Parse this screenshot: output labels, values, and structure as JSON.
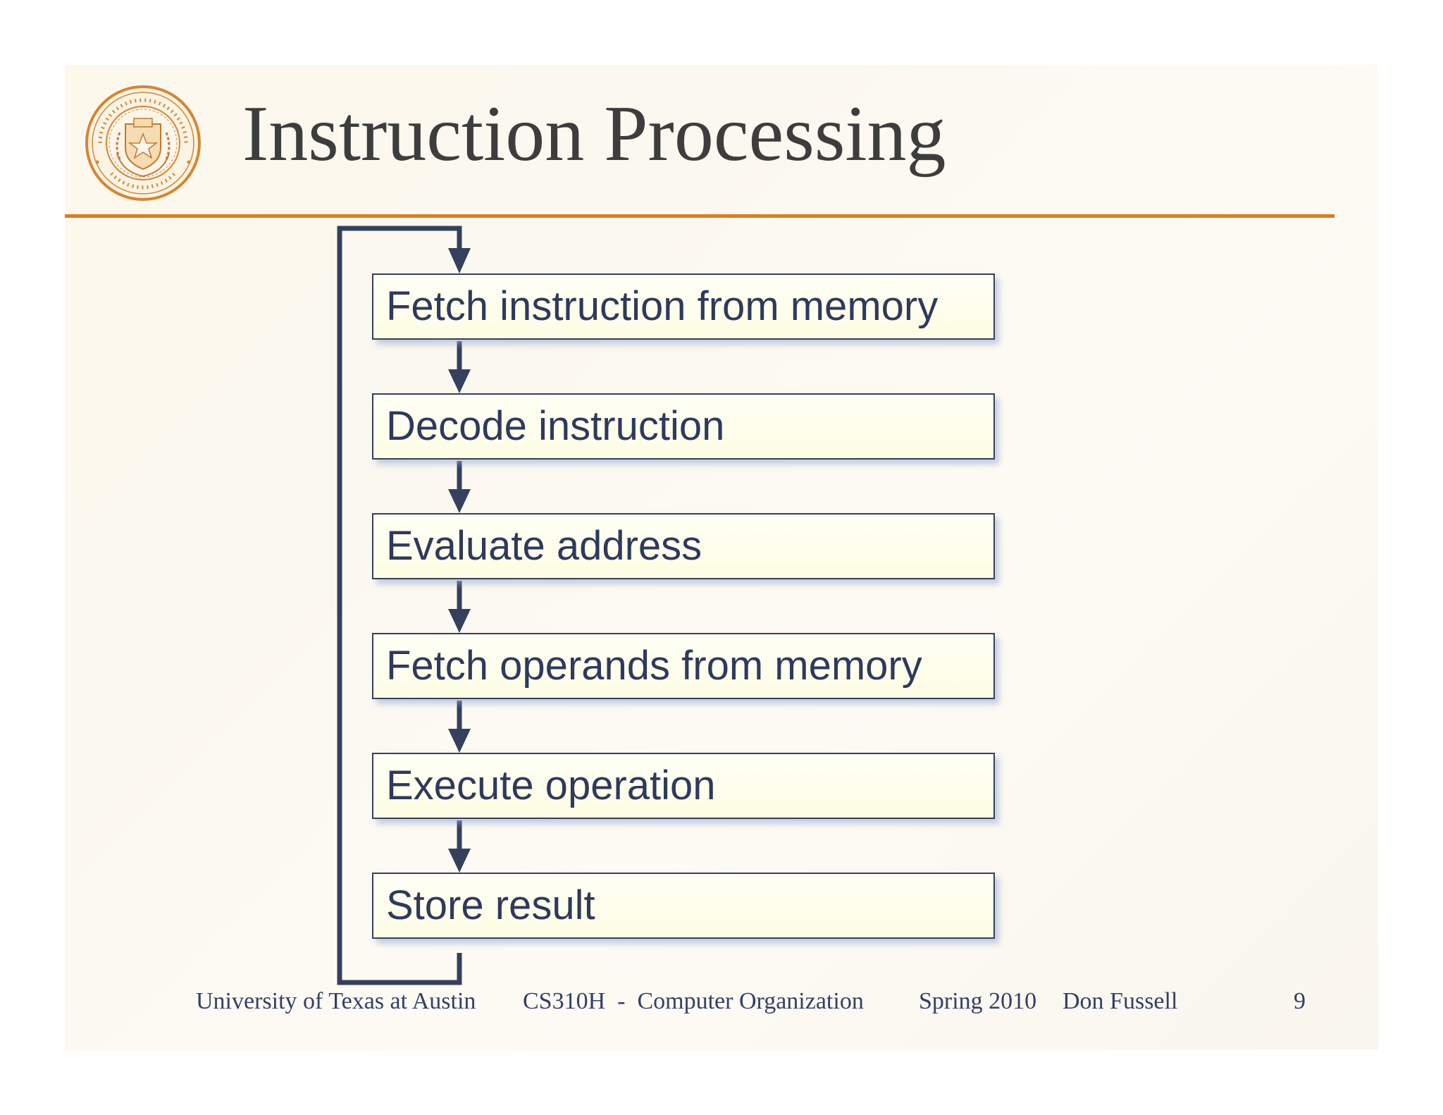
{
  "slide": {
    "title": "Instruction Processing",
    "logo_icon": "university-of-texas-seal",
    "accent_color": "#e07d1a",
    "box_border_color": "#34405c",
    "text_color": "#2e3a5c"
  },
  "flow": {
    "steps": [
      {
        "label": "Fetch instruction from memory"
      },
      {
        "label": "Decode instruction"
      },
      {
        "label": "Evaluate address"
      },
      {
        "label": "Fetch operands from memory"
      },
      {
        "label": "Execute operation"
      },
      {
        "label": "Store result"
      }
    ],
    "loop_back": true
  },
  "footer": {
    "institution": "University of Texas at Austin",
    "course": "CS310H  -  Computer Organization",
    "term": "Spring 2010",
    "author": "Don Fussell",
    "page_number": "9"
  }
}
